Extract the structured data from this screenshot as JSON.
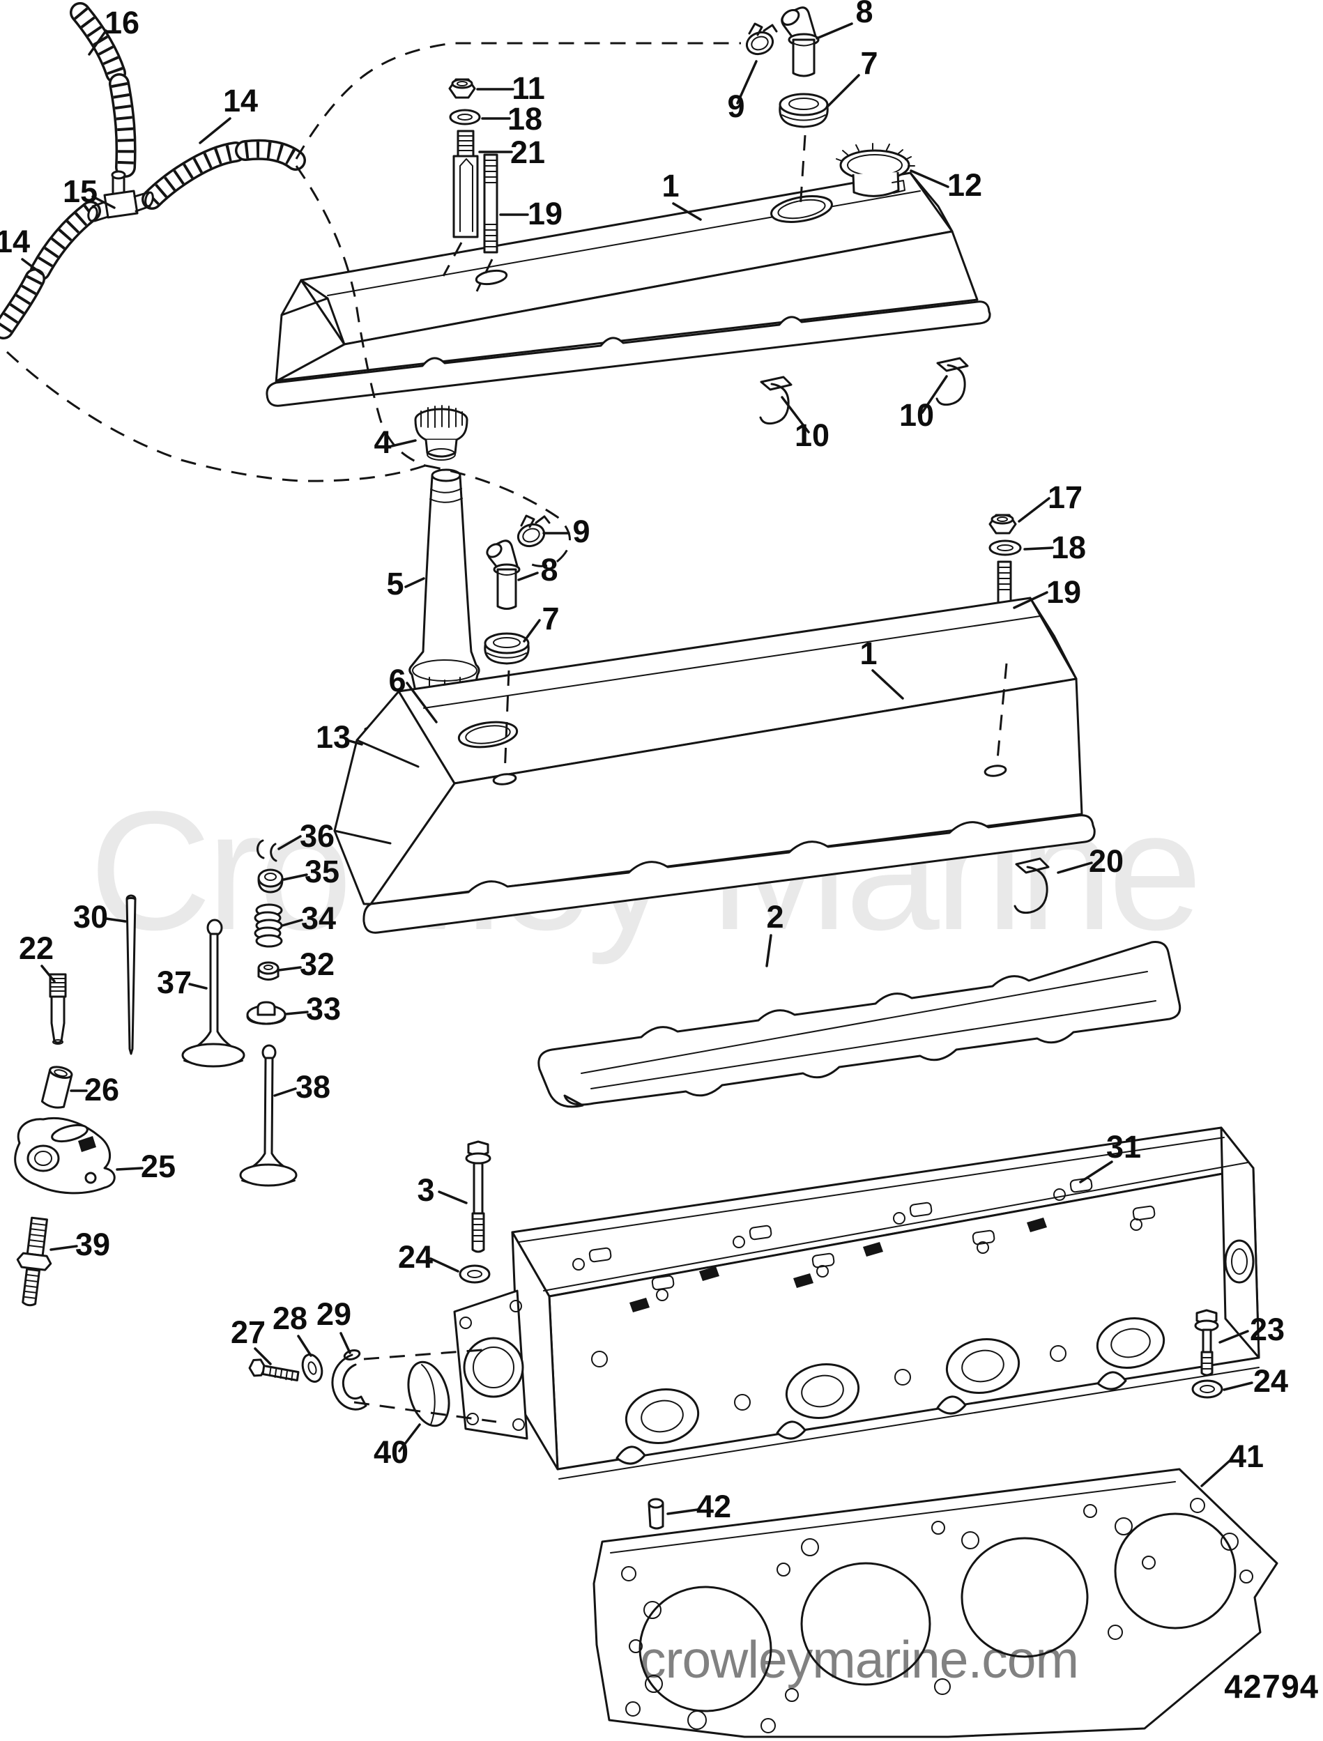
{
  "watermark": {
    "text": "Crowley Marine",
    "color": "#e9e9e9"
  },
  "footer": {
    "website": "crowleymarine.com",
    "drawing_number": "42794"
  },
  "callouts": [
    {
      "n": "16",
      "t": [
        175,
        48
      ],
      "l": [
        152,
        44,
        128,
        78
      ]
    },
    {
      "n": "14",
      "t": [
        345,
        160
      ],
      "l": [
        330,
        170,
        287,
        205
      ]
    },
    {
      "n": "15",
      "t": [
        115,
        290
      ],
      "l": [
        133,
        282,
        164,
        298
      ]
    },
    {
      "n": "14",
      "t": [
        18,
        362
      ],
      "l": [
        32,
        372,
        60,
        393
      ]
    },
    {
      "n": "11",
      "t": [
        758,
        142
      ],
      "l": [
        736,
        128,
        685,
        128
      ]
    },
    {
      "n": "18",
      "t": [
        753,
        186
      ],
      "l": [
        731,
        170,
        692,
        170
      ]
    },
    {
      "n": "21",
      "t": [
        757,
        234
      ],
      "l": [
        734,
        218,
        688,
        218
      ]
    },
    {
      "n": "19",
      "t": [
        782,
        322
      ],
      "l": [
        757,
        308,
        718,
        308
      ]
    },
    {
      "n": "8",
      "t": [
        1240,
        32
      ],
      "l": [
        1222,
        34,
        1172,
        55
      ]
    },
    {
      "n": "9",
      "t": [
        1056,
        168
      ],
      "l": [
        1058,
        148,
        1085,
        88
      ]
    },
    {
      "n": "7",
      "t": [
        1247,
        106
      ],
      "l": [
        1232,
        108,
        1188,
        152
      ]
    },
    {
      "n": "12",
      "t": [
        1384,
        281
      ],
      "l": [
        1360,
        268,
        1307,
        245
      ]
    },
    {
      "n": "1",
      "t": [
        962,
        282
      ],
      "l": [
        966,
        292,
        1005,
        315
      ]
    },
    {
      "n": "10",
      "t": [
        1165,
        640
      ],
      "l": [
        1160,
        620,
        1122,
        570
      ]
    },
    {
      "n": "10",
      "t": [
        1315,
        611
      ],
      "l": [
        1323,
        592,
        1358,
        540
      ]
    },
    {
      "n": "4",
      "t": [
        549,
        650
      ],
      "l": [
        562,
        640,
        596,
        632
      ]
    },
    {
      "n": "5",
      "t": [
        567,
        853
      ],
      "l": [
        582,
        842,
        608,
        830
      ]
    },
    {
      "n": "6",
      "t": [
        570,
        992
      ],
      "l": [
        584,
        980,
        626,
        1036
      ]
    },
    {
      "n": "13",
      "t": [
        478,
        1073
      ],
      "l": [
        498,
        1062,
        519,
        1068
      ]
    },
    {
      "n": "9",
      "t": [
        834,
        778
      ],
      "l": [
        816,
        765,
        780,
        765
      ]
    },
    {
      "n": "8",
      "t": [
        788,
        833
      ],
      "l": [
        771,
        822,
        744,
        832
      ]
    },
    {
      "n": "7",
      "t": [
        790,
        903
      ],
      "l": [
        774,
        890,
        752,
        920
      ]
    },
    {
      "n": "17",
      "t": [
        1528,
        729
      ],
      "l": [
        1505,
        715,
        1462,
        748
      ]
    },
    {
      "n": "18",
      "t": [
        1533,
        801
      ],
      "l": [
        1510,
        786,
        1470,
        788
      ]
    },
    {
      "n": "19",
      "t": [
        1526,
        865
      ],
      "l": [
        1502,
        850,
        1455,
        872
      ]
    },
    {
      "n": "1",
      "t": [
        1246,
        953
      ],
      "l": [
        1252,
        962,
        1295,
        1002
      ]
    },
    {
      "n": "20",
      "t": [
        1587,
        1251
      ],
      "l": [
        1566,
        1238,
        1518,
        1252
      ]
    },
    {
      "n": "2",
      "t": [
        1112,
        1331
      ],
      "l": [
        1106,
        1342,
        1100,
        1386
      ]
    },
    {
      "n": "30",
      "t": [
        130,
        1331
      ],
      "l": [
        152,
        1318,
        180,
        1322
      ]
    },
    {
      "n": "22",
      "t": [
        52,
        1376
      ],
      "l": [
        60,
        1386,
        78,
        1408
      ]
    },
    {
      "n": "37",
      "t": [
        250,
        1425
      ],
      "l": [
        272,
        1412,
        296,
        1418
      ]
    },
    {
      "n": "36",
      "t": [
        455,
        1215
      ],
      "l": [
        431,
        1200,
        400,
        1218
      ]
    },
    {
      "n": "35",
      "t": [
        462,
        1266
      ],
      "l": [
        440,
        1255,
        407,
        1262
      ]
    },
    {
      "n": "34",
      "t": [
        457,
        1333
      ],
      "l": [
        433,
        1320,
        405,
        1328
      ]
    },
    {
      "n": "32",
      "t": [
        455,
        1399
      ],
      "l": [
        431,
        1388,
        400,
        1392
      ]
    },
    {
      "n": "33",
      "t": [
        464,
        1463
      ],
      "l": [
        441,
        1452,
        410,
        1455
      ]
    },
    {
      "n": "26",
      "t": [
        146,
        1579
      ],
      "l": [
        124,
        1565,
        102,
        1565
      ]
    },
    {
      "n": "38",
      "t": [
        449,
        1575
      ],
      "l": [
        424,
        1562,
        394,
        1572
      ]
    },
    {
      "n": "25",
      "t": [
        227,
        1689
      ],
      "l": [
        204,
        1676,
        168,
        1678
      ]
    },
    {
      "n": "39",
      "t": [
        133,
        1801
      ],
      "l": [
        110,
        1788,
        73,
        1793
      ]
    },
    {
      "n": "3",
      "t": [
        611,
        1723
      ],
      "l": [
        630,
        1710,
        669,
        1726
      ]
    },
    {
      "n": "24",
      "t": [
        596,
        1819
      ],
      "l": [
        618,
        1806,
        657,
        1824
      ]
    },
    {
      "n": "31",
      "t": [
        1612,
        1661
      ],
      "l": [
        1595,
        1667,
        1550,
        1696
      ]
    },
    {
      "n": "23",
      "t": [
        1818,
        1923
      ],
      "l": [
        1790,
        1910,
        1750,
        1926
      ]
    },
    {
      "n": "24",
      "t": [
        1823,
        1997
      ],
      "l": [
        1796,
        1984,
        1756,
        1994
      ]
    },
    {
      "n": "41",
      "t": [
        1788,
        2105
      ],
      "l": [
        1764,
        2096,
        1724,
        2132
      ]
    },
    {
      "n": "42",
      "t": [
        1024,
        2177
      ],
      "l": [
        1001,
        2166,
        958,
        2172
      ]
    },
    {
      "n": "27",
      "t": [
        356,
        1927
      ],
      "l": [
        366,
        1935,
        388,
        1957
      ]
    },
    {
      "n": "28",
      "t": [
        416,
        1907
      ],
      "l": [
        428,
        1917,
        446,
        1945
      ]
    },
    {
      "n": "29",
      "t": [
        479,
        1901
      ],
      "l": [
        489,
        1913,
        502,
        1941
      ]
    },
    {
      "n": "40",
      "t": [
        561,
        2099
      ],
      "l": [
        573,
        2082,
        602,
        2044
      ]
    }
  ]
}
